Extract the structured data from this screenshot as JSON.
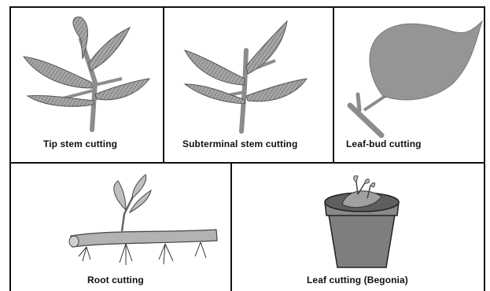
{
  "panels": [
    {
      "id": "tip-stem",
      "caption": "Tip stem cutting"
    },
    {
      "id": "subterminal-stem",
      "caption": "Subterminal stem cutting"
    },
    {
      "id": "leaf-bud",
      "caption": "Leaf-bud cutting"
    },
    {
      "id": "root",
      "caption": "Root cutting"
    },
    {
      "id": "leaf-begonia",
      "caption": "Leaf cutting (Begonia)"
    }
  ],
  "colors": {
    "line": "#111111",
    "leaf_fill": "#9a9a9a",
    "leaf_hatch": "#6e6e6e",
    "stem": "#8c8c8c",
    "pot": "#7a7a7a",
    "soil": "#5a5a5a"
  }
}
